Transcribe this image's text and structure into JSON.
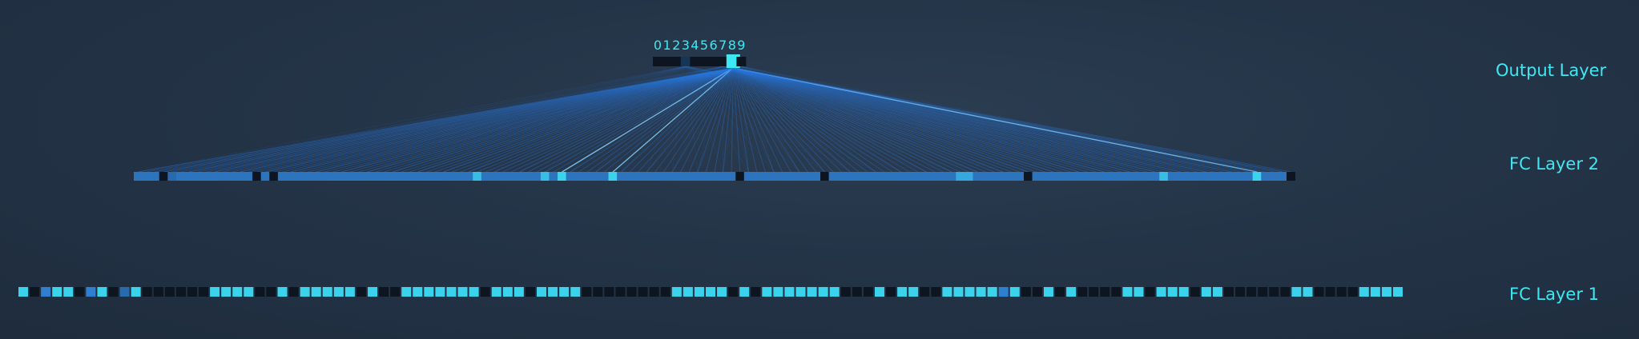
{
  "labels": {
    "output_layer": "Output Layer",
    "fc_layer_2": "FC Layer 2",
    "fc_layer_1": "FC Layer 1"
  },
  "output_digits": [
    "0",
    "1",
    "2",
    "3",
    "4",
    "5",
    "6",
    "7",
    "8",
    "9"
  ],
  "output_activations": [
    0,
    0,
    0,
    0.15,
    0,
    0,
    0,
    0,
    1,
    0
  ],
  "fc2_activations": [
    0.45,
    0.45,
    0.45,
    0,
    0.4,
    0.45,
    0.45,
    0.45,
    0.45,
    0.45,
    0.45,
    0.45,
    0.45,
    0.45,
    0,
    0.45,
    0,
    0.45,
    0.45,
    0.45,
    0.45,
    0.45,
    0.45,
    0.45,
    0.45,
    0.45,
    0.45,
    0.45,
    0.45,
    0.45,
    0.45,
    0.45,
    0.45,
    0.45,
    0.45,
    0.45,
    0.45,
    0.45,
    0.45,
    0.45,
    0.8,
    0.45,
    0.45,
    0.45,
    0.45,
    0.45,
    0.45,
    0.45,
    0.8,
    0.45,
    0.9,
    0.45,
    0.45,
    0.45,
    0.45,
    0.45,
    0.9,
    0.45,
    0.45,
    0.45,
    0.45,
    0.45,
    0.45,
    0.45,
    0.45,
    0.45,
    0.45,
    0.45,
    0.45,
    0.45,
    0.45,
    0,
    0.45,
    0.45,
    0.45,
    0.45,
    0.45,
    0.45,
    0.45,
    0.45,
    0.45,
    0,
    0.45,
    0.45,
    0.45,
    0.45,
    0.45,
    0.45,
    0.45,
    0.45,
    0.45,
    0.45,
    0.45,
    0.45,
    0.45,
    0.45,
    0.45,
    0.7,
    0.7,
    0.45,
    0.45,
    0.45,
    0.45,
    0.45,
    0.45,
    0,
    0.45,
    0.45,
    0.45,
    0.45,
    0.45,
    0.45,
    0.45,
    0.45,
    0.45,
    0.45,
    0.45,
    0.45,
    0.45,
    0.45,
    0.45,
    0.8,
    0.45,
    0.45,
    0.45,
    0.45,
    0.45,
    0.45,
    0.45,
    0.45,
    0.45,
    0.45,
    0.9,
    0.45,
    0.45,
    0.45,
    0
  ],
  "fc1_activations": [
    0.9,
    0,
    0.5,
    0.9,
    0.9,
    0,
    0.5,
    0.9,
    0,
    0.4,
    0.9,
    0,
    0,
    0,
    0,
    0,
    0,
    0.9,
    0.9,
    0.9,
    0.9,
    0,
    0,
    0.9,
    0,
    0.9,
    0.9,
    0.9,
    0.9,
    0.9,
    0,
    0.9,
    0,
    0,
    0.9,
    0.9,
    0.9,
    0.9,
    0.9,
    0.9,
    0.9,
    0,
    0.9,
    0.9,
    0.9,
    0,
    0.9,
    0.9,
    0.9,
    0.9,
    0,
    0,
    0,
    0,
    0,
    0,
    0,
    0,
    0.9,
    0.9,
    0.9,
    0.9,
    0.9,
    0,
    0.9,
    0,
    0.9,
    0.9,
    0.9,
    0.9,
    0.9,
    0.9,
    0.9,
    0,
    0,
    0,
    0.9,
    0,
    0.9,
    0.9,
    0,
    0,
    0.9,
    0.9,
    0.9,
    0.9,
    0.9,
    0.5,
    0.9,
    0,
    0,
    0.9,
    0,
    0.9,
    0,
    0,
    0,
    0,
    0.9,
    0.9,
    0,
    0.9,
    0.9,
    0.9,
    0,
    0.9,
    0.9,
    0,
    0,
    0,
    0,
    0,
    0,
    0.9,
    0.9,
    0,
    0,
    0,
    0,
    0.9,
    0.9,
    0.9,
    0.9
  ],
  "colors": {
    "active": "#3ee8f2",
    "mid": "#2f7fd0",
    "off": "#0d1520",
    "connection": "#2a78e0",
    "label": "#3ee8f2"
  }
}
